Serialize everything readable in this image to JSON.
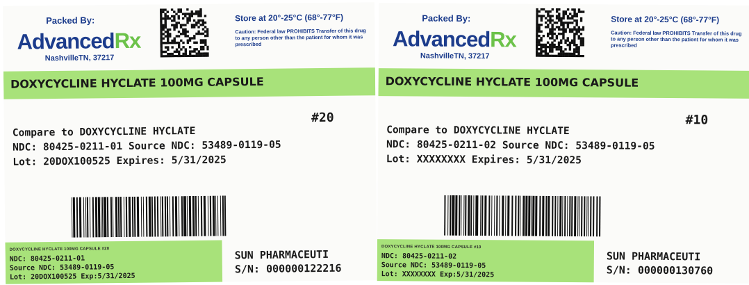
{
  "colors": {
    "brand_blue": "#1c3c8c",
    "brand_green": "#6cc24a",
    "band_green": "#a8e27a",
    "text": "#1a1a1a"
  },
  "labels": [
    {
      "packed_by": "Packed By:",
      "brand_part1": "Advanced",
      "brand_part2": "Rx",
      "city": "NashvilleTN, 37217",
      "store": "Store at 20°-25°C (68°-77°F)",
      "caution": "Caution: Federal law PROHIBITS Transfer of this drug to any person other than the patient for whom it was prescribed",
      "drug_name": "DOXYCYCLINE HYCLATE 100MG CAPSULE",
      "quantity": "#20",
      "compare": "Compare to DOXYCYCLINE HYCLATE",
      "ndc_line": "NDC: 80425-0211-01 Source NDC: 53489-0119-05",
      "lot_line": "Lot: 20DOX100525 Expires: 5/31/2025",
      "mini_title": "DOXYCYCLINE HYCLATE 100MG CAPSULE #20",
      "mini_ndc": "NDC: 80425-0211-01",
      "mini_source": "Source NDC: 53489-0119-05",
      "mini_lot": "Lot: 20DOX100525 Exp:5/31/2025",
      "manufacturer": "SUN PHARMACEUTI",
      "serial": "S/N: 000000122216"
    },
    {
      "packed_by": "Packed By:",
      "brand_part1": "Advanced",
      "brand_part2": "Rx",
      "city": "NashvilleTN, 37217",
      "store": "Store at 20°-25°C (68°-77°F)",
      "caution": "Caution: Federal law PROHIBITS Transfer of this drug to any person other than the patient for whom it was prescribed",
      "drug_name": "DOXYCYCLINE HYCLATE 100MG CAPSULE",
      "quantity": "#10",
      "compare": "Compare to DOXYCYCLINE HYCLATE",
      "ndc_line": "NDC: 80425-0211-02 Source NDC: 53489-0119-05",
      "lot_line": "Lot: XXXXXXXX Expires: 5/31/2025",
      "mini_title": "DOXYCYCLINE HYCLATE 100MG CAPSULE #10",
      "mini_ndc": "NDC: 80425-0211-02",
      "mini_source": "Source NDC: 53489-0119-05",
      "mini_lot": "Lot: XXXXXXXX Exp:5/31/2025",
      "manufacturer": "SUN PHARMACEUTI",
      "serial": "S/N: 000000130760"
    }
  ]
}
